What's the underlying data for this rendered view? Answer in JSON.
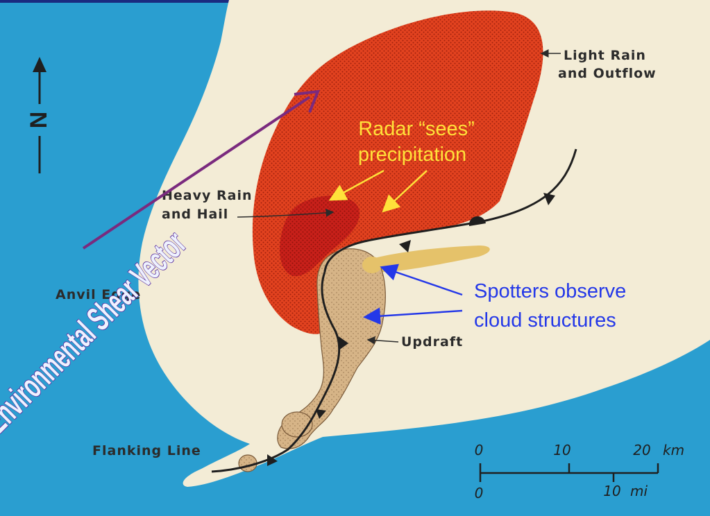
{
  "labels": {
    "light_rain_line1": "Light Rain",
    "light_rain_line2": "and Outflow",
    "heavy_rain_line1": "Heavy Rain",
    "heavy_rain_line2": "and Hail",
    "anvil_edge": "Anvil Edge",
    "updraft": "Updraft",
    "flanking_line": "Flanking Line",
    "north": "N"
  },
  "annotations": {
    "radar_line1": "Radar “sees”",
    "radar_line2": "precipitation",
    "spotters_line1": "Spotters observe",
    "spotters_line2": "cloud structures",
    "shear_vector": "Environmental Shear Vector"
  },
  "scale": {
    "km_ticks": [
      "0",
      "10",
      "20"
    ],
    "km_unit": "km",
    "mi_ticks": [
      "0",
      "10"
    ],
    "mi_unit": "mi"
  },
  "colors": {
    "background": "#2a9ed0",
    "anvil": "#f3ecd6",
    "precipitation": "#e2421f",
    "heavy_core": "#c8201a",
    "updraft_cloud": "#d6b487",
    "annotation_yellow": "#ffe23a",
    "annotation_blue": "#2438e8",
    "shear_arrow": "#7a2a7e"
  }
}
